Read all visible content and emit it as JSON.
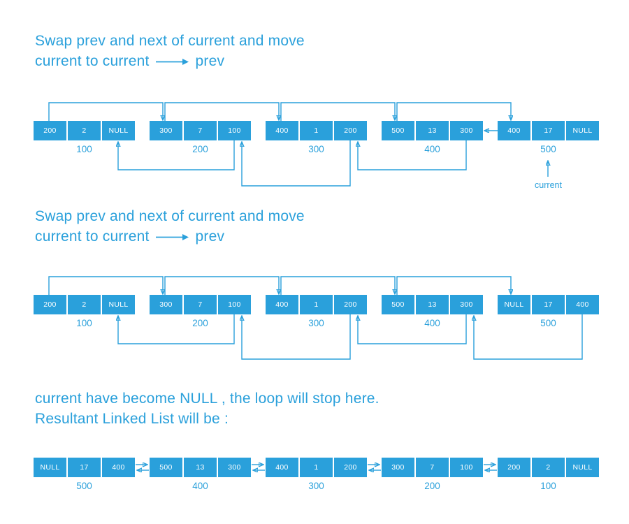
{
  "colors": {
    "accent": "#2aa0db",
    "node_fill": "#2aa0db",
    "node_text": "#ffffff",
    "background": "#ffffff"
  },
  "sections": [
    {
      "title_line1": "Swap prev and next of current and move",
      "title_line2_before": "current to current",
      "title_line2_after": "prev",
      "current_label": "current",
      "nodes": [
        {
          "cells": [
            "200",
            "2",
            "NULL"
          ],
          "address": "100"
        },
        {
          "cells": [
            "300",
            "7",
            "100"
          ],
          "address": "200"
        },
        {
          "cells": [
            "400",
            "1",
            "200"
          ],
          "address": "300"
        },
        {
          "cells": [
            "500",
            "13",
            "300"
          ],
          "address": "400"
        },
        {
          "cells": [
            "400",
            "17",
            "NULL"
          ],
          "address": "500"
        }
      ]
    },
    {
      "title_line1": "Swap prev and next of current and move",
      "title_line2_before": "current to current",
      "title_line2_after": "prev",
      "nodes": [
        {
          "cells": [
            "200",
            "2",
            "NULL"
          ],
          "address": "100"
        },
        {
          "cells": [
            "300",
            "7",
            "100"
          ],
          "address": "200"
        },
        {
          "cells": [
            "400",
            "1",
            "200"
          ],
          "address": "300"
        },
        {
          "cells": [
            "500",
            "13",
            "300"
          ],
          "address": "400"
        },
        {
          "cells": [
            "NULL",
            "17",
            "400"
          ],
          "address": "500"
        }
      ]
    },
    {
      "title_line1": "current have become NULL ,  the loop will stop here.",
      "title_line2": "Resultant Linked List will be :",
      "nodes": [
        {
          "cells": [
            "NULL",
            "17",
            "400"
          ],
          "address": "500"
        },
        {
          "cells": [
            "500",
            "13",
            "300"
          ],
          "address": "400"
        },
        {
          "cells": [
            "400",
            "1",
            "200"
          ],
          "address": "300"
        },
        {
          "cells": [
            "300",
            "7",
            "100"
          ],
          "address": "200"
        },
        {
          "cells": [
            "200",
            "2",
            "NULL"
          ],
          "address": "100"
        }
      ]
    }
  ]
}
